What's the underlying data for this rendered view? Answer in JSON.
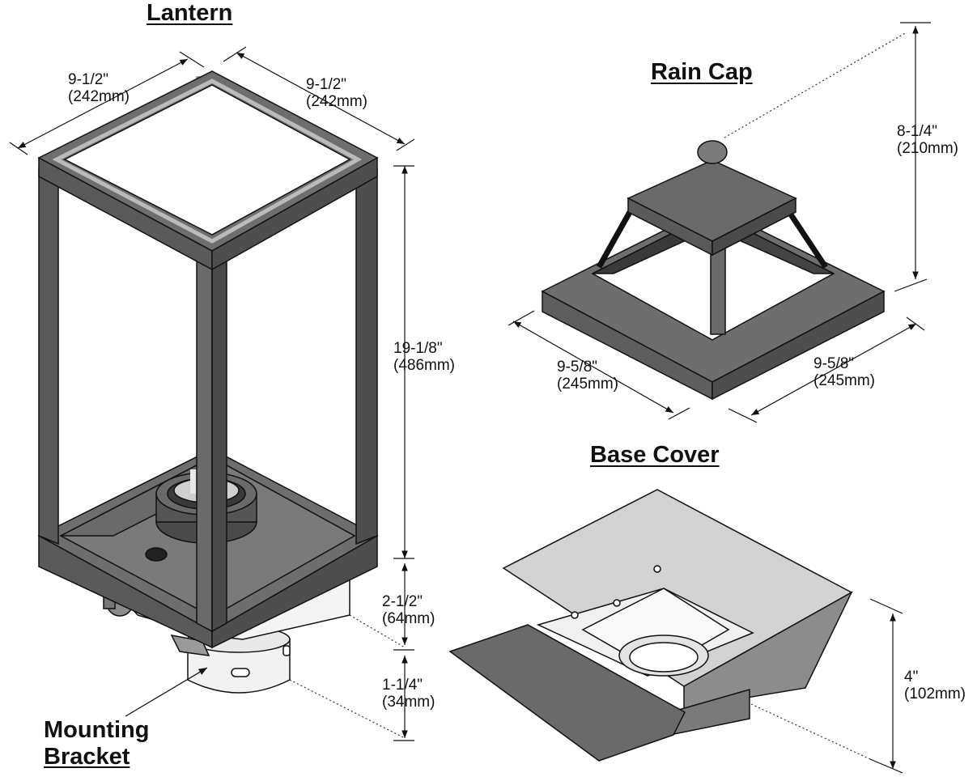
{
  "titles": {
    "lantern": "Lantern",
    "rain_cap": "Rain Cap",
    "base_cover": "Base Cover"
  },
  "callout": {
    "line1": "Mounting",
    "line2": "Bracket"
  },
  "dimensions": {
    "lantern_width_left": {
      "imperial": "9-1/2\"",
      "metric": "(242mm)"
    },
    "lantern_width_right": {
      "imperial": "9-1/2\"",
      "metric": "(242mm)"
    },
    "lantern_height": {
      "imperial": "19-1/8\"",
      "metric": "(486mm)"
    },
    "base_height": {
      "imperial": "2-1/2\"",
      "metric": "(64mm)"
    },
    "bracket_height": {
      "imperial": "1-1/4\"",
      "metric": "(34mm)"
    },
    "rain_cap_height": {
      "imperial": "8-1/4\"",
      "metric": "(210mm)"
    },
    "rain_cap_width_left": {
      "imperial": "9-5/8\"",
      "metric": "(245mm)"
    },
    "rain_cap_width_right": {
      "imperial": "9-5/8\"",
      "metric": "(245mm)"
    },
    "base_cover_height": {
      "imperial": "4\"",
      "metric": "(102mm)"
    }
  },
  "colors": {
    "metal_dark": "#5a5a5a",
    "metal_mid": "#6e6e6e",
    "metal_light": "#8c8c8c",
    "inner_light": "#e6e6e6",
    "outline": "#111111"
  }
}
